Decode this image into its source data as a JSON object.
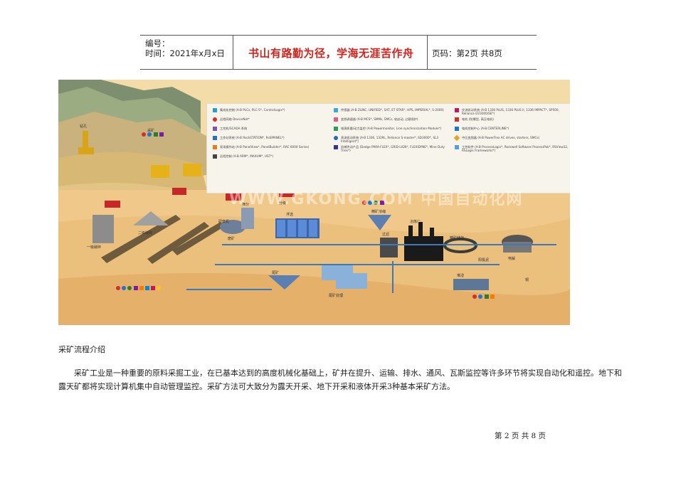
{
  "header": {
    "number_label": "编号：",
    "date_label": "时间：2021年x月x日",
    "motto": "书山有路勤为径，学海无涯苦作舟",
    "page_label": "页码：第2页  共8页"
  },
  "diagram": {
    "watermark": "WWW.GKONG.COM 中国自动化网",
    "legend": [
      {
        "text": "集成化控制 (A-B PLCs, PLC-5*, ControlLogix*)",
        "color": "#2b9bd6"
      },
      {
        "text": "远程网络 DeviceNet*",
        "color": "#d92b2b"
      },
      {
        "text": "工控机/SCADA 系统",
        "color": "#7a56b0"
      },
      {
        "text": "工作站系统 (A-B RockSTATION*, RsSIPANEL*)",
        "color": "#2b6fc4"
      },
      {
        "text": "现场操作站 (A-B PanelView*, PanelBuilder*, RAC 6000 Series)",
        "color": "#e0801a"
      },
      {
        "text": "远程控制 (A-B ARM*, MAXUM*, UST*)",
        "color": "#444444"
      },
      {
        "text": "传感器 (A-B ZLINC, UNIFIED*, SAT, ET STAR*, HPS, IMPERIAL*, S-2000)",
        "color": "#3fa7dc"
      },
      {
        "text": "变频调速器 (A-B MCS*, SMMs, SMCs, 软启动, 过载保护)",
        "color": "#e15a8a"
      },
      {
        "text": "电源质量/动力监控 (A-B Powermonitor, Line synchronization Module*)",
        "color": "#2a9d5a"
      },
      {
        "text": "直流驱动系统 (A-B 1336, 1329L, Reliance S-master*, SD3000*, SL3 Intelligent*)",
        "color": "#1e6db8"
      },
      {
        "text": "机械传动产品 (Dodge PARA-FLEX*, GRID-LIGN*, FLEXIDYNE*, Mine Duty Tires*)",
        "color": "#333399"
      },
      {
        "text": "交流驱动系统 (A-B 1336 PLUS, 1336 PLUS II, 1336 IMPACT*, SP500, Reliance GV3000/SE*)",
        "color": "#c2185b"
      },
      {
        "text": "电机 (防爆型, 高压电机)",
        "color": "#d32f2f"
      },
      {
        "text": "电机控制中心 (A-B CENTERLINE*)",
        "color": "#1976d2"
      },
      {
        "text": "中压变频器 (A-B PowerFlex AC drives, starters, SMCs)",
        "color": "#f0a020"
      },
      {
        "text": "工控软件 (A-B ProcessLogix*, Rockwell Software ProcessPak*, RSView32, RSLogix Frameworks*)",
        "color": "#4fa3d9"
      }
    ],
    "labels": [
      "采矿",
      "钻孔",
      "一级破碎",
      "二级破碎",
      "磨矿",
      "筛分",
      "分级",
      "研磨机",
      "浮选",
      "精矿浓缩",
      "过滤",
      "冶炼厂",
      "精矿储存",
      "尾矿",
      "尾矿处理",
      "电解",
      "阳极泥",
      "铜",
      "堆浸"
    ]
  },
  "section_title": "采矿流程介绍",
  "paragraph": "采矿工业是一种重要的原料采掘工业，在已基本达到的高度机械化基础上，矿井在提升、运输、排水、通风、瓦斯监控等许多环节将实现自动化和遥控。地下和露天矿都将实现计算机集中自动管理监控。采矿方法可大致分为露天开采、地下开采和液体开采3种基本采矿方法。",
  "footer": "第 2 页 共 8 页"
}
